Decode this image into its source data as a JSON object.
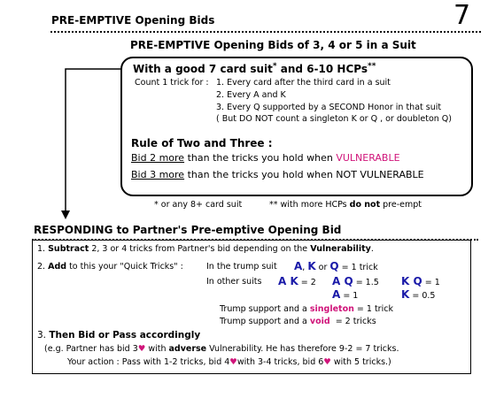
{
  "header": {
    "title": "PRE-EMPTIVE Opening Bids",
    "page_number": "7"
  },
  "section1": {
    "title": "PRE-EMPTIVE Opening Bids of 3, 4 or 5 in a Suit",
    "condition_prefix": "With a good 7 card suit",
    "condition_mid": " and 6-10 HCPs",
    "star1": "*",
    "star2": "**",
    "count_label": "Count 1 trick for :",
    "count_items": [
      "1. Every card after the third card in a suit",
      "2. Every  A and K",
      "3. Every  Q supported by a SECOND Honor in that suit",
      "( But DO NOT count a singleton K or Q , or doubleton Q)"
    ],
    "rule_title": "Rule of Two and Three :",
    "rule_lines": [
      {
        "underlined": "Bid 2 more",
        "text": " than the tricks you hold when ",
        "highlight": "VULNERABLE"
      },
      {
        "underlined": "Bid 3 more",
        "text": " than the tricks you hold when NOT VULNERABLE",
        "highlight": ""
      }
    ],
    "footnote1": "* or any 8+ card suit",
    "footnote2_prefix": "** with more HCPs ",
    "footnote2_bold": "do not",
    "footnote2_suffix": " pre-empt"
  },
  "section2": {
    "title": "RESPONDING to Partner's Pre-emptive Opening Bid",
    "step1": {
      "num": "1. ",
      "bold": "Subtract",
      "text": " 2, 3 or 4 tricks from Partner's bid depending on the ",
      "bold2": "Vulnerability",
      "end": "."
    },
    "step2": {
      "num": "2. ",
      "bold": "Add",
      "text": " to this your \"Quick Tricks\" :"
    },
    "trump_label": "In the trump suit",
    "trump_honors": [
      "A",
      "K",
      "Q"
    ],
    "trump_sep": [
      ", ",
      " or "
    ],
    "trump_value": "= 1 trick",
    "other_label": "In other suits",
    "other_items": [
      {
        "cards": "A K",
        "value": "= 2"
      },
      {
        "cards": "A Q",
        "value": "= 1.5"
      },
      {
        "cards": "K Q",
        "value": "= 1"
      },
      {
        "cards": "A",
        "value": "= 1"
      },
      {
        "cards": "K",
        "value": "= 0.5"
      }
    ],
    "support1": {
      "prefix": "Trump support and a ",
      "highlight": "singleton",
      "value": " = 1 trick"
    },
    "support2": {
      "prefix": "Trump support and a ",
      "highlight": "void",
      "value": "  = 2 tricks"
    },
    "step3": {
      "num": "3. ",
      "bold": "Then Bid or Pass accordingly"
    },
    "example1": {
      "a": "(e.g. Partner has bid 3",
      "b": " with ",
      "bold": "adverse",
      "c": " Vulnerability.  He has therefore 9-2 = 7 tricks."
    },
    "example2": {
      "a": "Your action : Pass with 1-2 tricks, bid 4",
      "b": "with 3-4 tricks, bid 6",
      "c": " with 5 tricks.)"
    },
    "heart": "♥"
  },
  "colors": {
    "accent_blue": "#1a1aa8",
    "accent_magenta": "#d0147a"
  }
}
